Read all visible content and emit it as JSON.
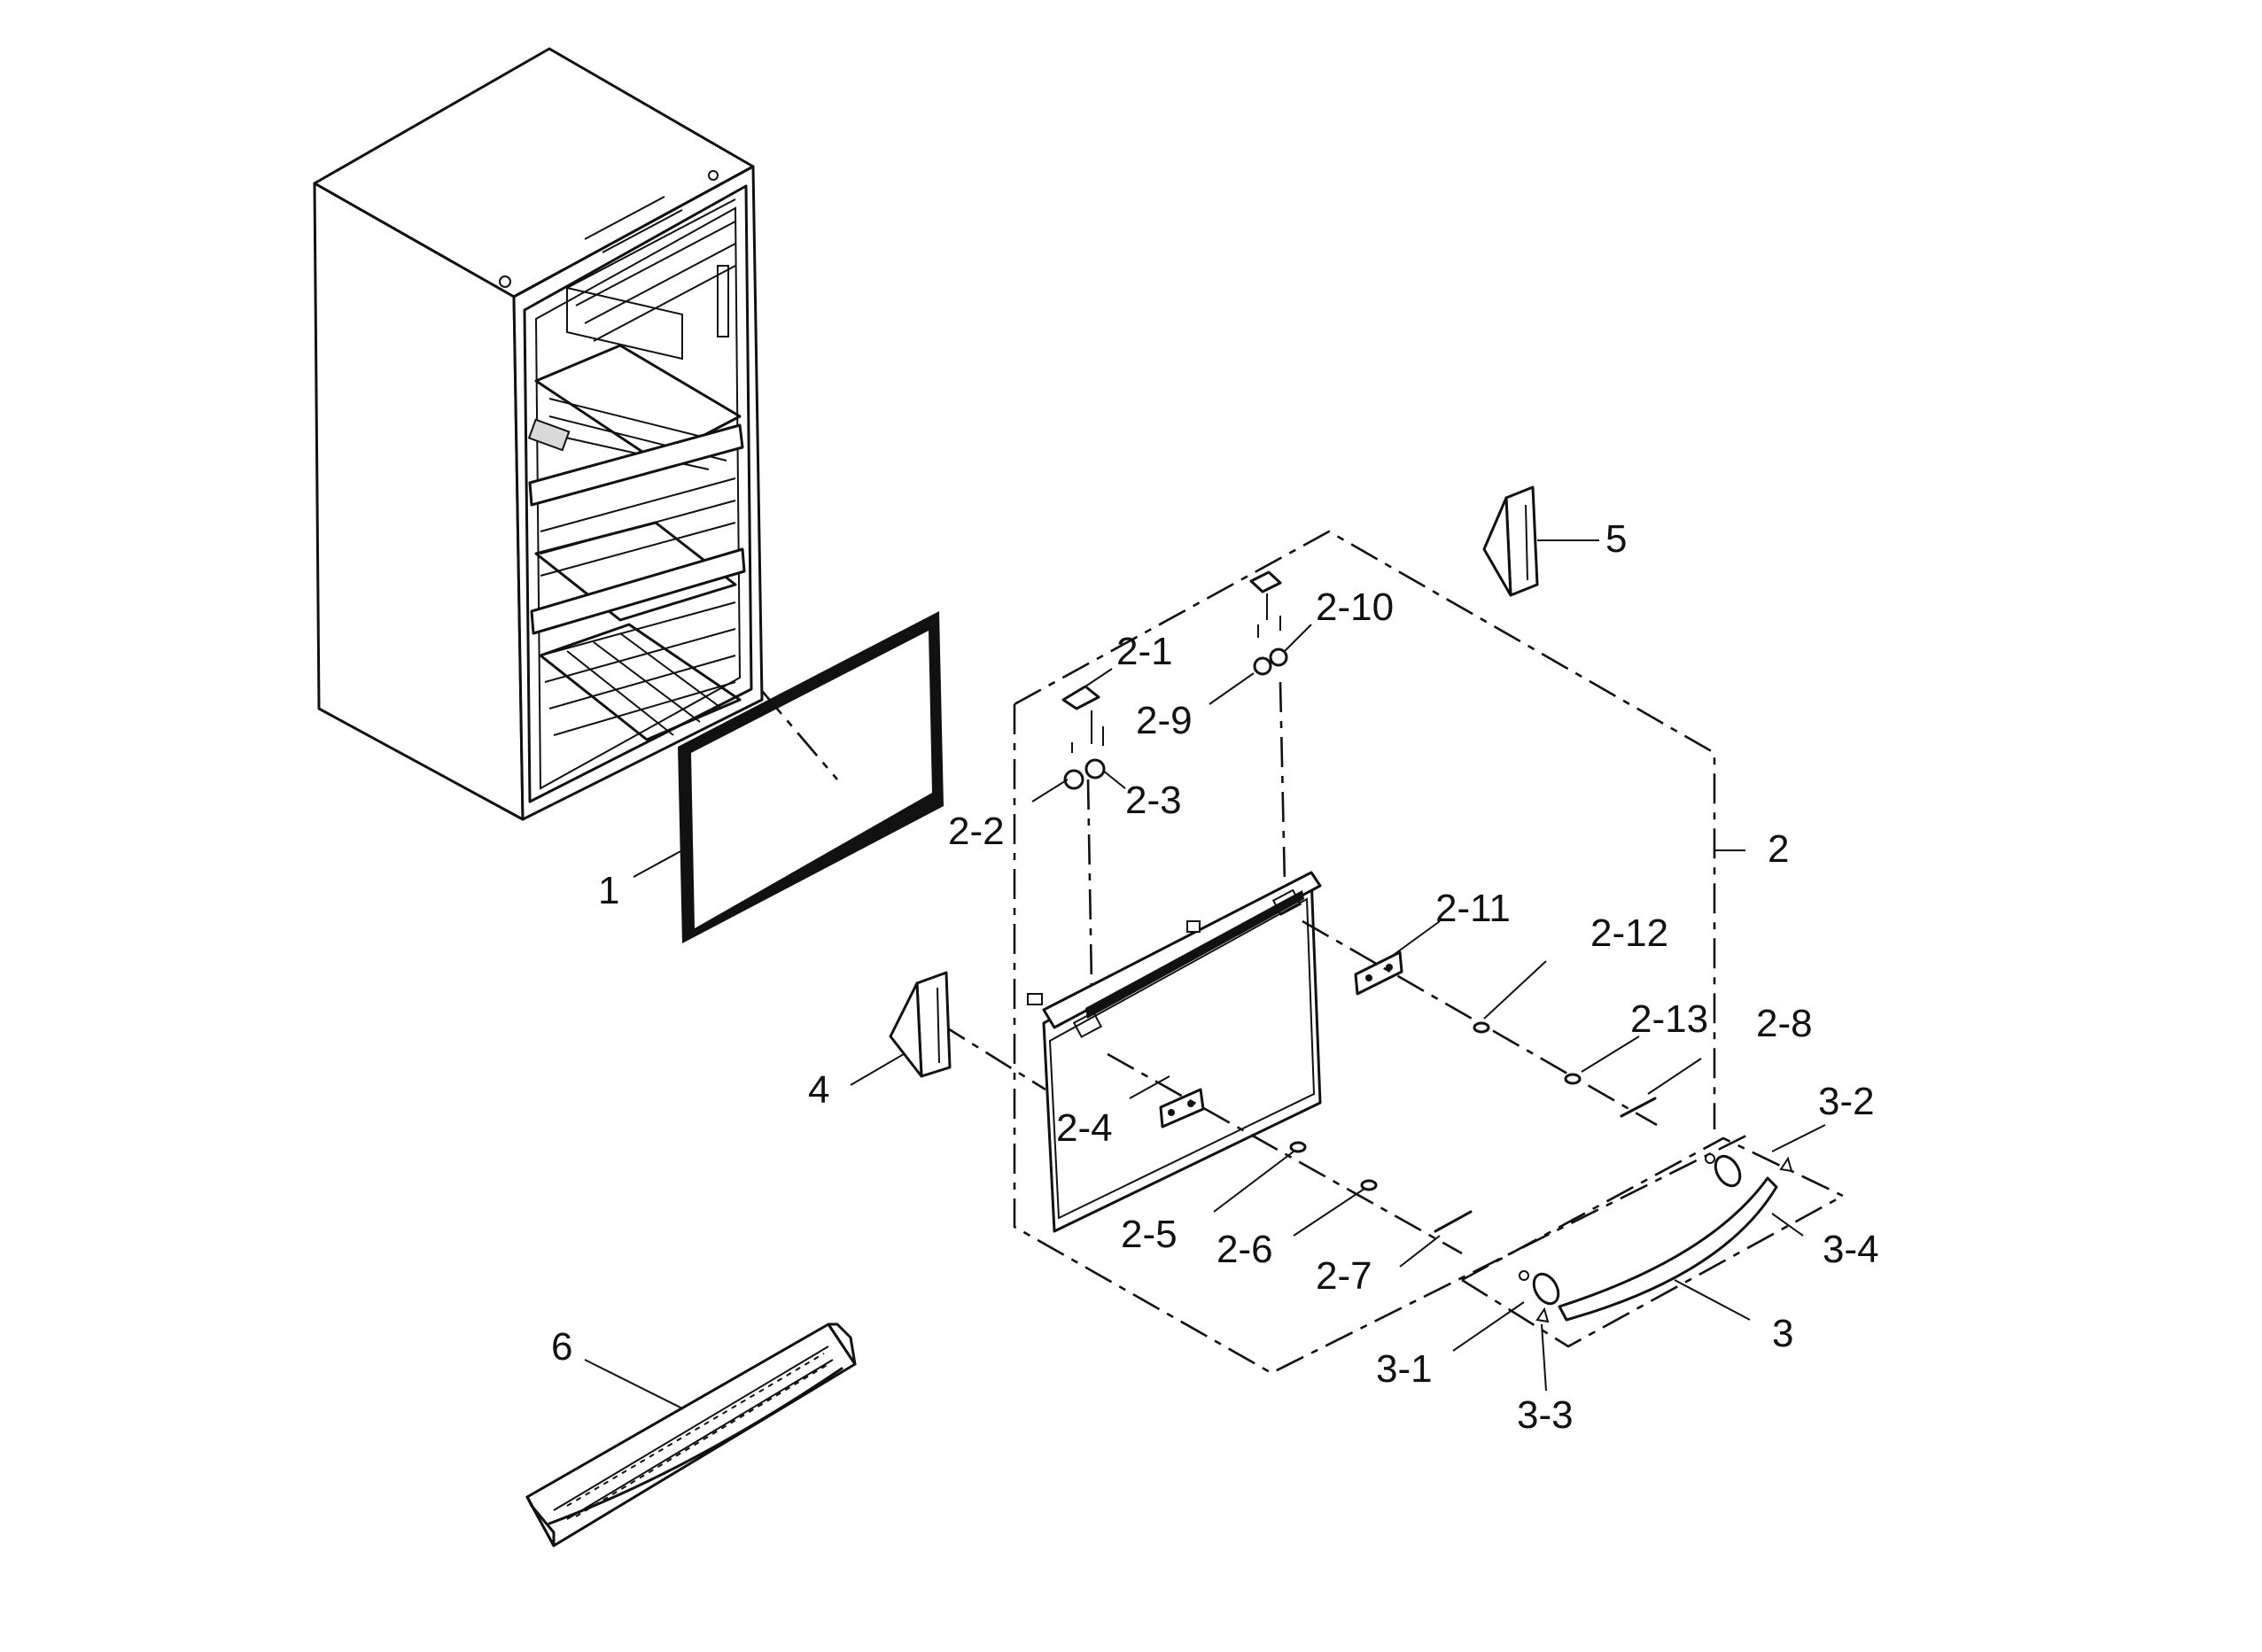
{
  "colors": {
    "line": "#111111",
    "background": "#ffffff"
  },
  "callouts": [
    {
      "id": "1",
      "text": "1"
    },
    {
      "id": "2",
      "text": "2"
    },
    {
      "id": "2-1",
      "text": "2-1"
    },
    {
      "id": "2-2",
      "text": "2-2"
    },
    {
      "id": "2-3",
      "text": "2-3"
    },
    {
      "id": "2-4",
      "text": "2-4"
    },
    {
      "id": "2-5",
      "text": "2-5"
    },
    {
      "id": "2-6",
      "text": "2-6"
    },
    {
      "id": "2-7",
      "text": "2-7"
    },
    {
      "id": "2-8",
      "text": "2-8"
    },
    {
      "id": "2-9",
      "text": "2-9"
    },
    {
      "id": "2-10",
      "text": "2-10"
    },
    {
      "id": "2-11",
      "text": "2-11"
    },
    {
      "id": "2-12",
      "text": "2-12"
    },
    {
      "id": "2-13",
      "text": "2-13"
    },
    {
      "id": "3",
      "text": "3"
    },
    {
      "id": "3-1",
      "text": "3-1"
    },
    {
      "id": "3-2",
      "text": "3-2"
    },
    {
      "id": "3-3",
      "text": "3-3"
    },
    {
      "id": "3-4",
      "text": "3-4"
    },
    {
      "id": "4",
      "text": "4"
    },
    {
      "id": "5",
      "text": "5"
    },
    {
      "id": "6",
      "text": "6"
    }
  ]
}
